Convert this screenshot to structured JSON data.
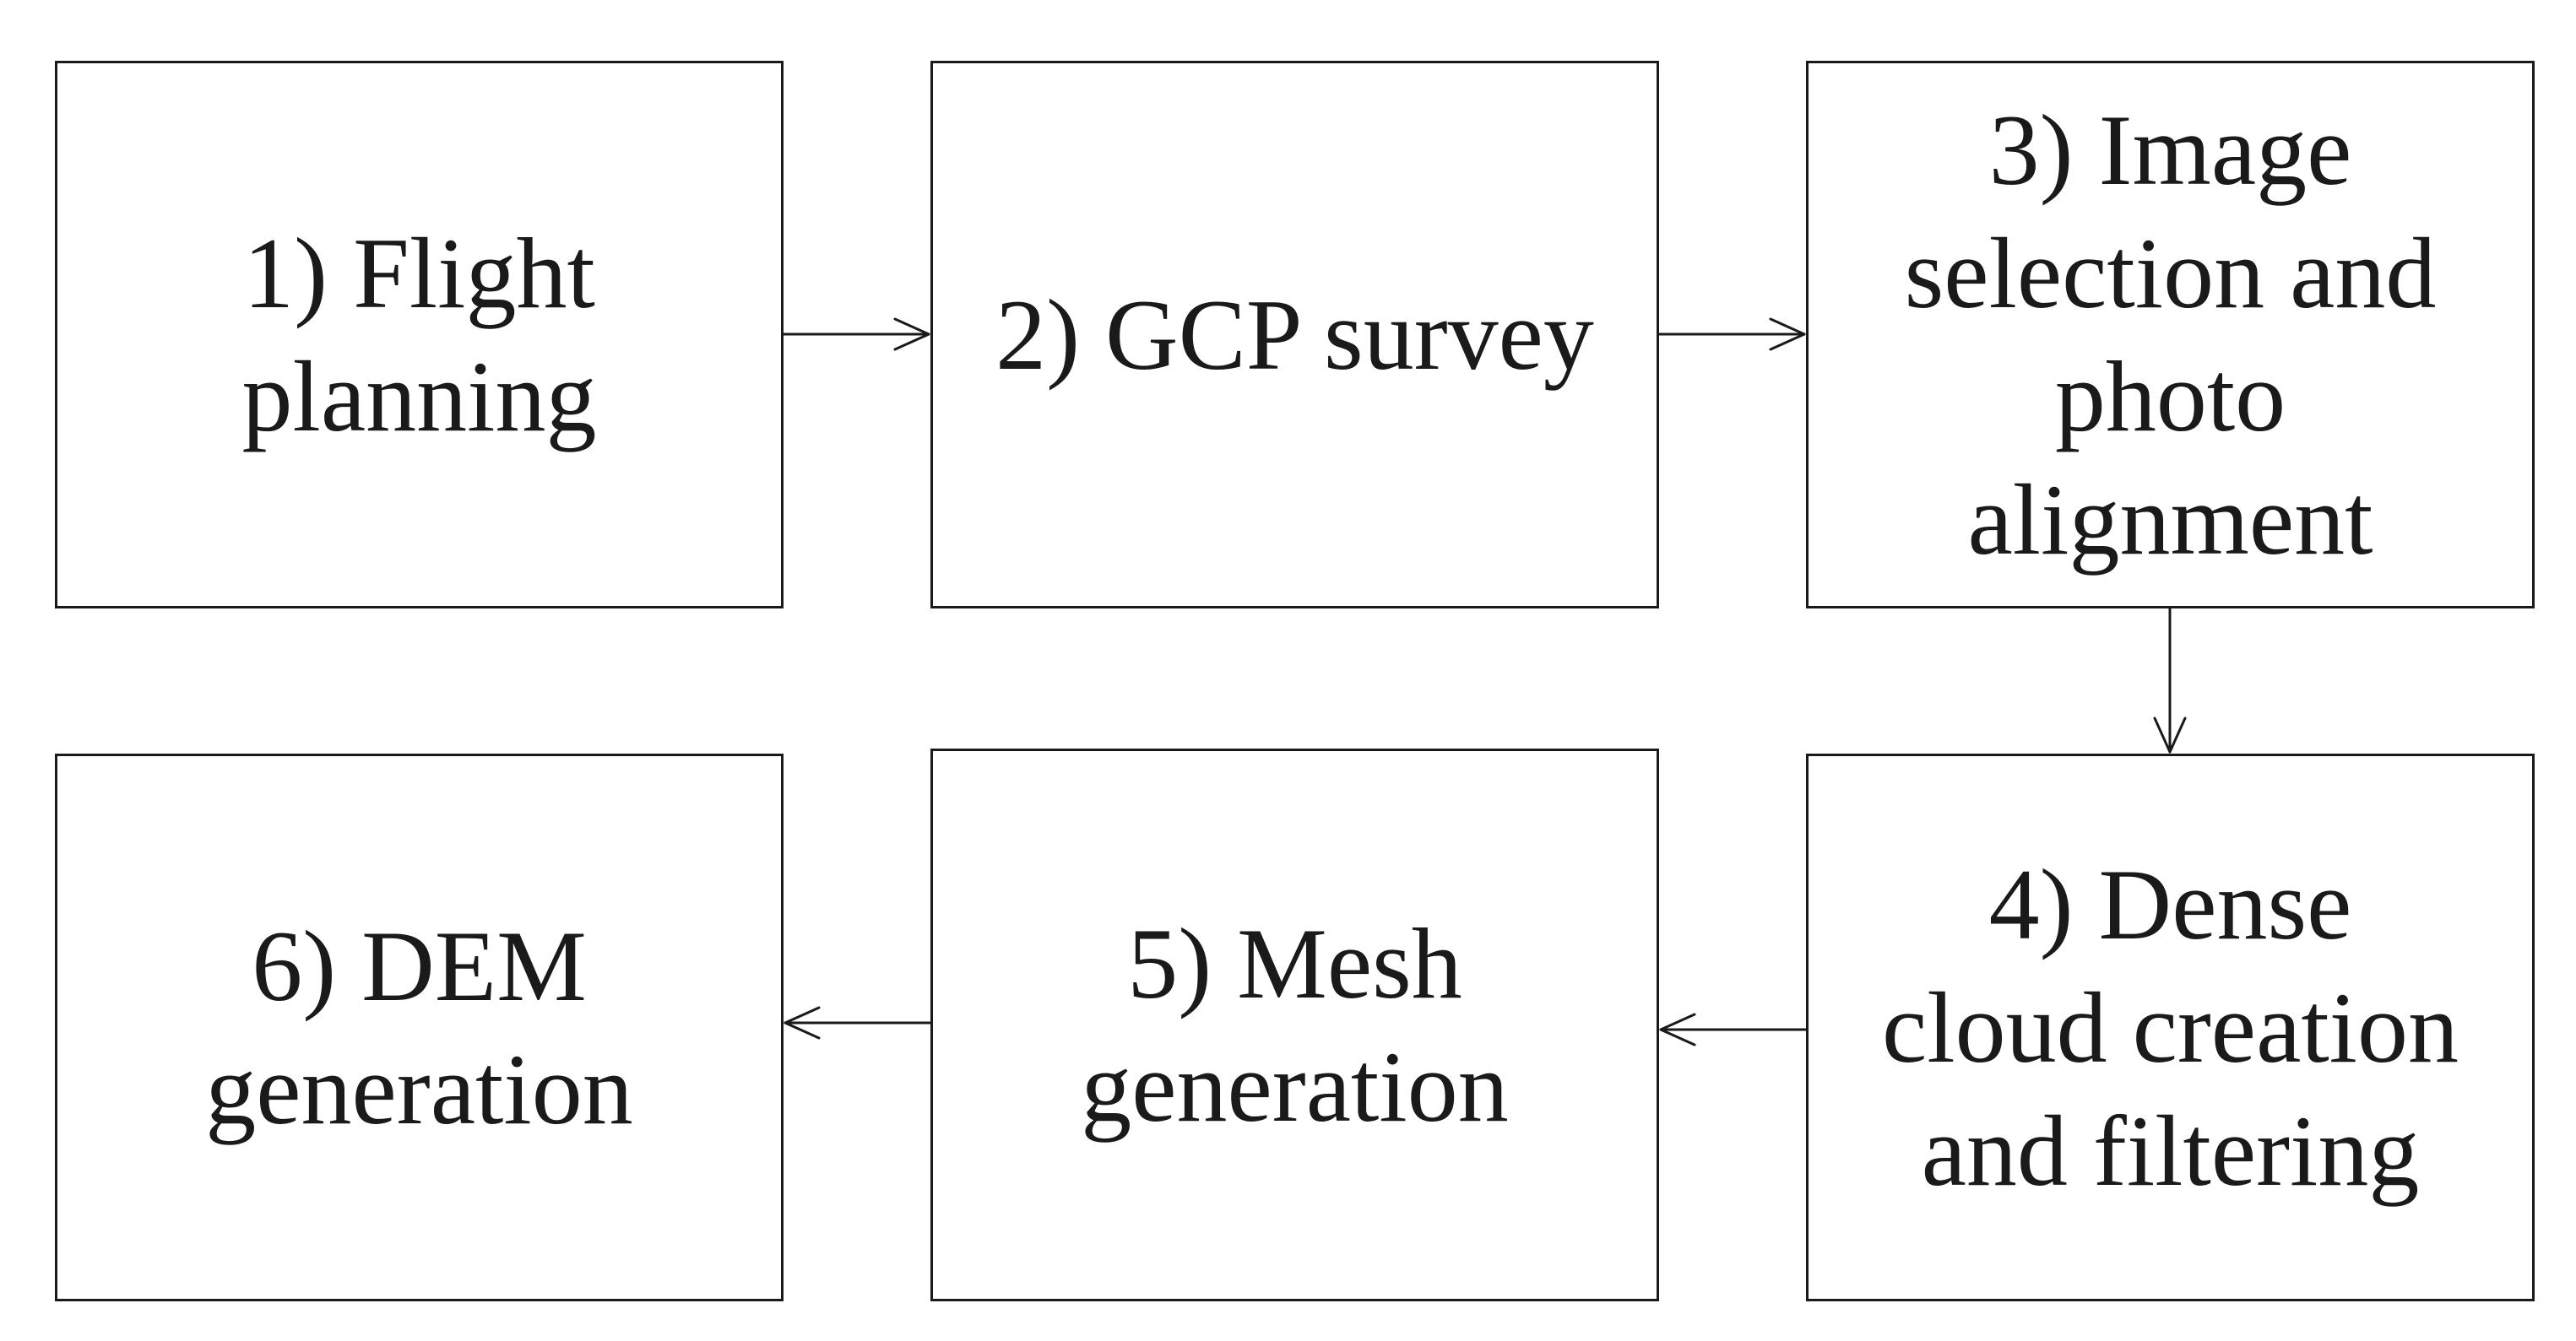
{
  "steps": [
    {
      "id": 1,
      "label": "1) Flight\nplanning"
    },
    {
      "id": 2,
      "label": "2) GCP survey"
    },
    {
      "id": 3,
      "label": "3) Image\nselection and\nphoto\nalignment"
    },
    {
      "id": 4,
      "label": "4) Dense\ncloud creation\nand filtering"
    },
    {
      "id": 5,
      "label": "5) Mesh\ngeneration"
    },
    {
      "id": 6,
      "label": "6) DEM\ngeneration"
    }
  ],
  "flow": [
    {
      "from": 1,
      "to": 2
    },
    {
      "from": 2,
      "to": 3
    },
    {
      "from": 3,
      "to": 4
    },
    {
      "from": 4,
      "to": 5
    },
    {
      "from": 5,
      "to": 6
    }
  ],
  "colors": {
    "stroke": "#1a1a1a",
    "background": "#ffffff"
  }
}
